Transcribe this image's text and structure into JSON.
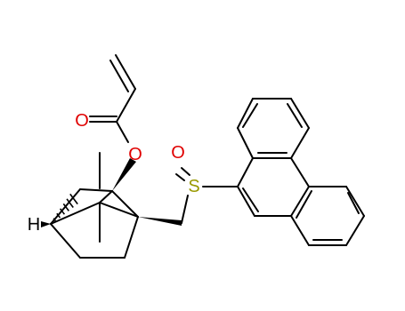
{
  "structure": {
    "atoms": {
      "carbonyl_oxygen": "O",
      "ester_oxygen": "O",
      "sulfonyl_oxygen": "O",
      "sulfur": "S",
      "bridgehead_hydrogen": "H"
    },
    "colors": {
      "bond": "#000000",
      "carbonyl_oxygen": "#e00000",
      "ester_oxygen": "#e00000",
      "sulfonyl_oxygen": "#e00000",
      "sulfur": "#999900",
      "bridgehead_hydrogen": "#000000"
    }
  }
}
